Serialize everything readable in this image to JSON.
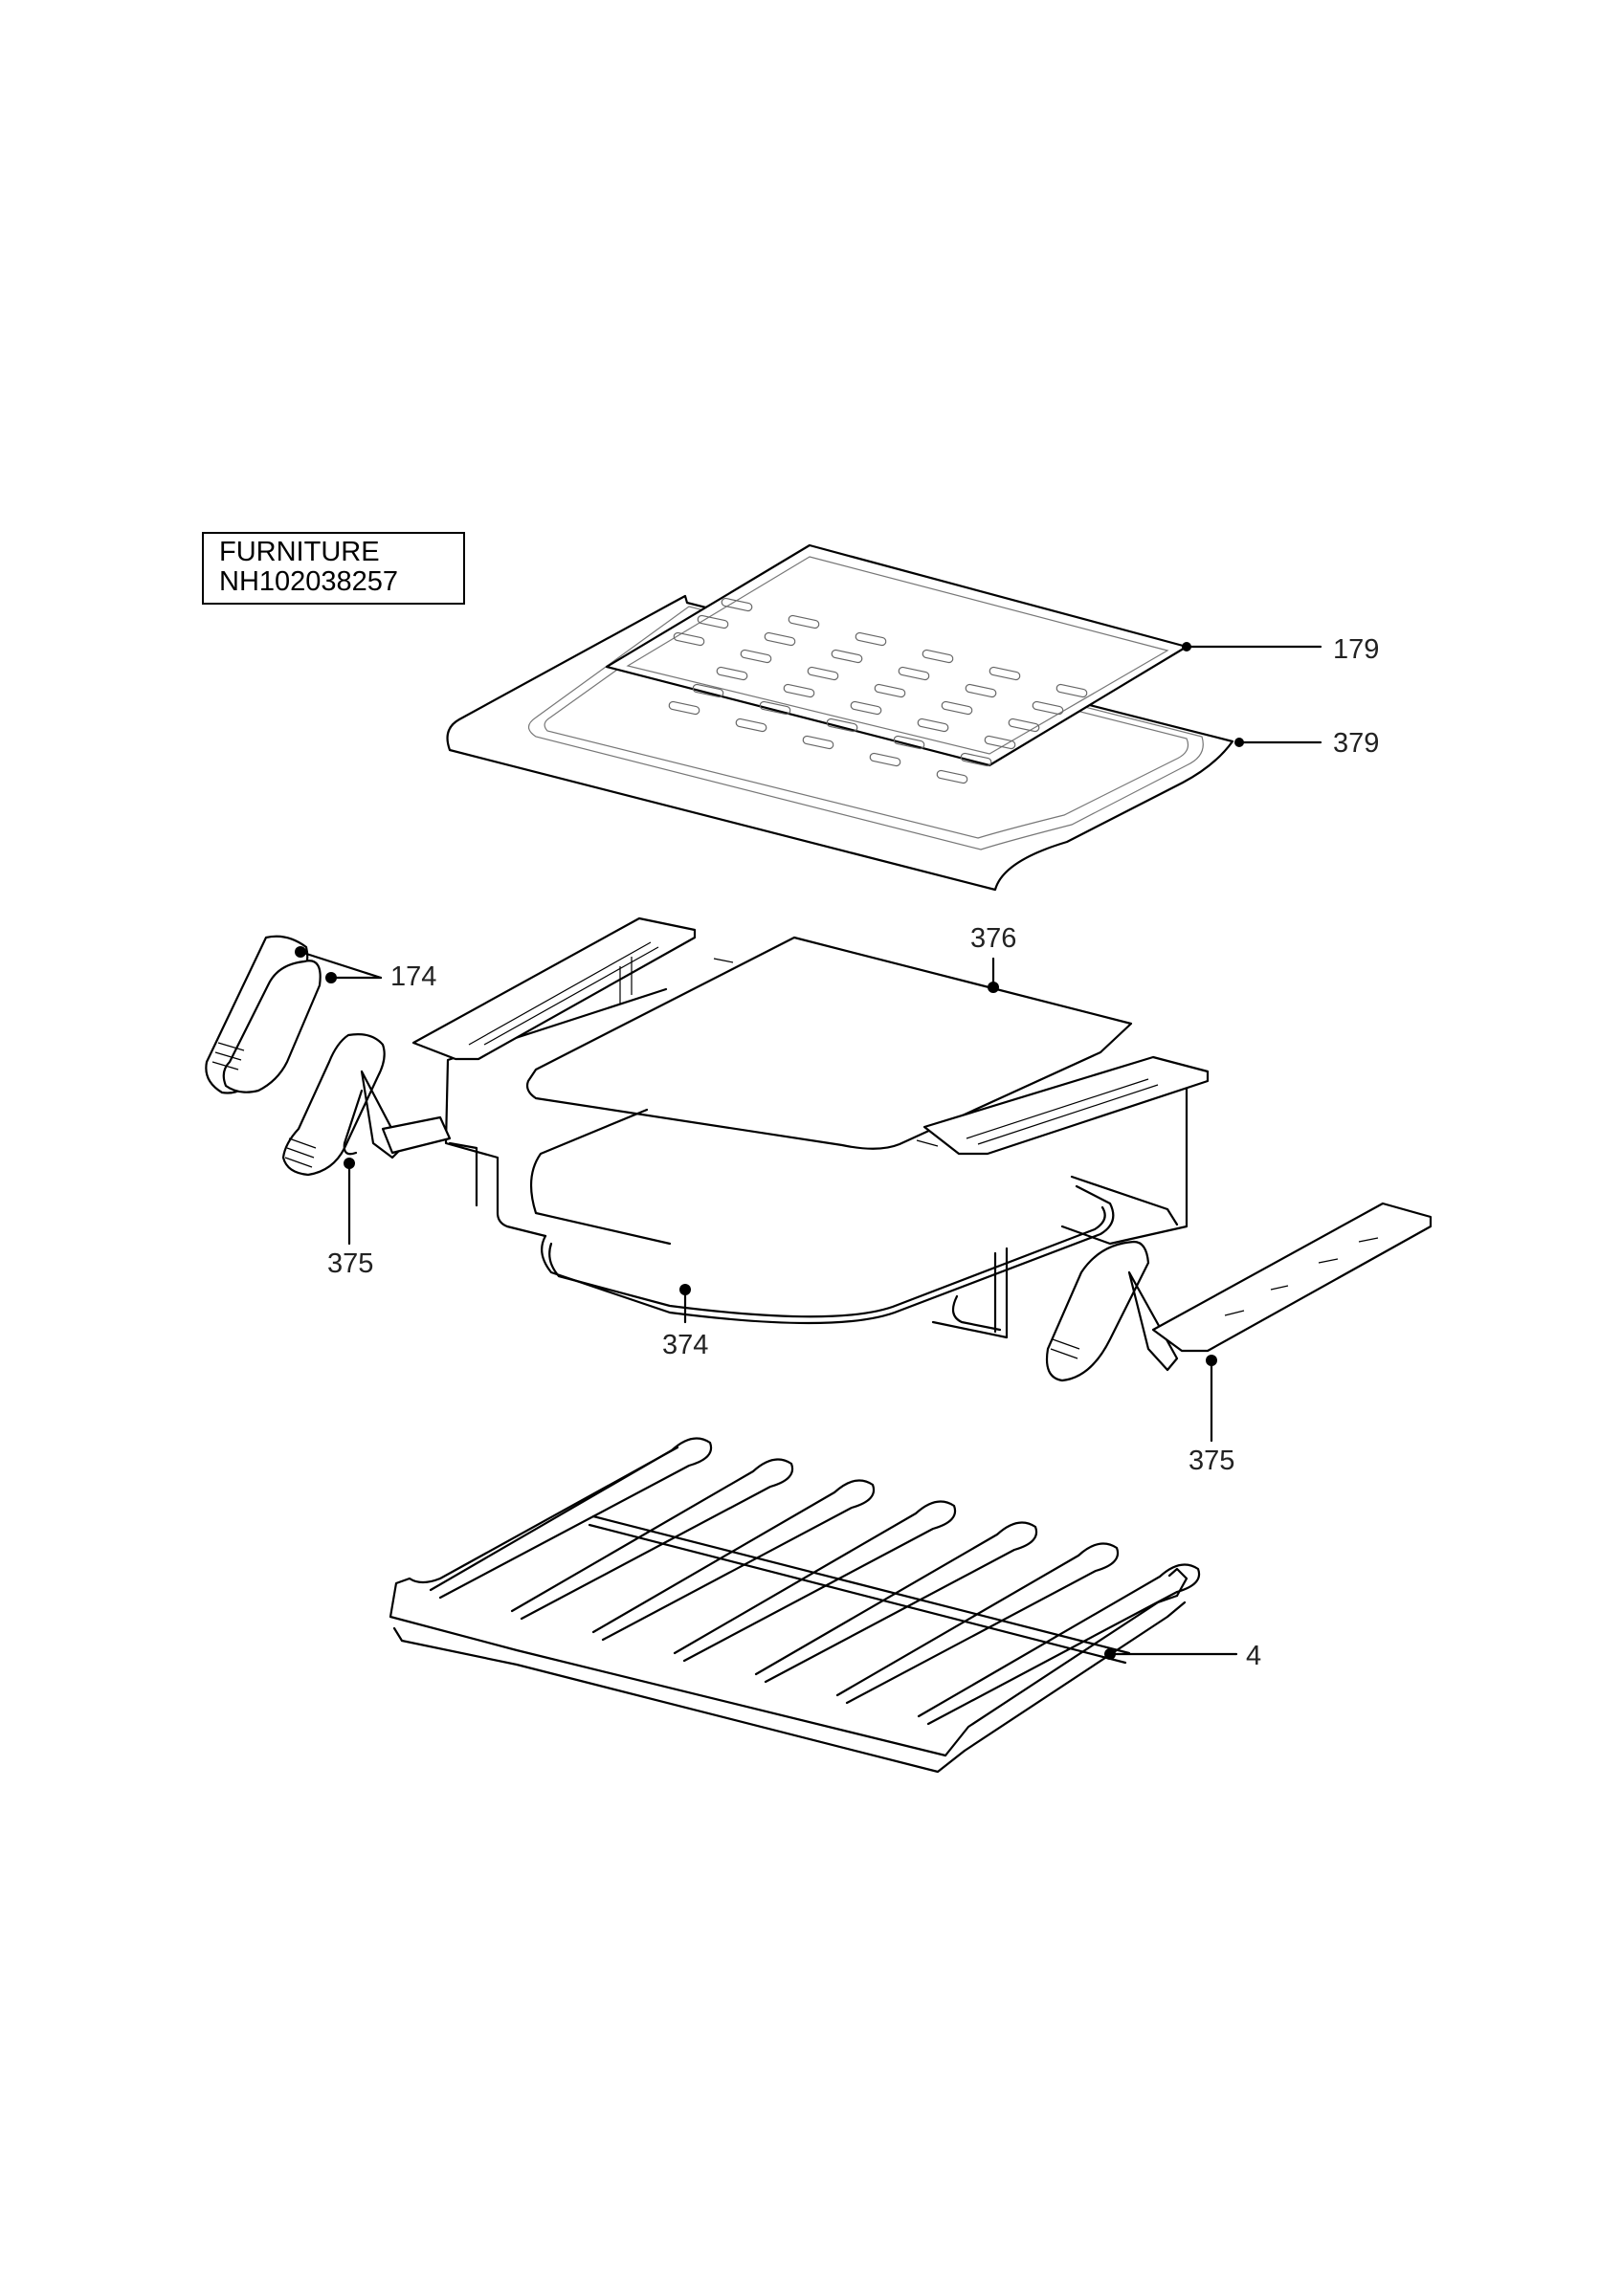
{
  "title": {
    "line1": "FURNITURE",
    "line2": "NH102038257"
  },
  "callouts": [
    {
      "id": "179",
      "label": "179"
    },
    {
      "id": "379",
      "label": "379"
    },
    {
      "id": "376",
      "label": "376"
    },
    {
      "id": "174",
      "label": "174"
    },
    {
      "id": "375a",
      "label": "375"
    },
    {
      "id": "374",
      "label": "374"
    },
    {
      "id": "375b",
      "label": "375"
    },
    {
      "id": "4",
      "label": "4"
    }
  ]
}
